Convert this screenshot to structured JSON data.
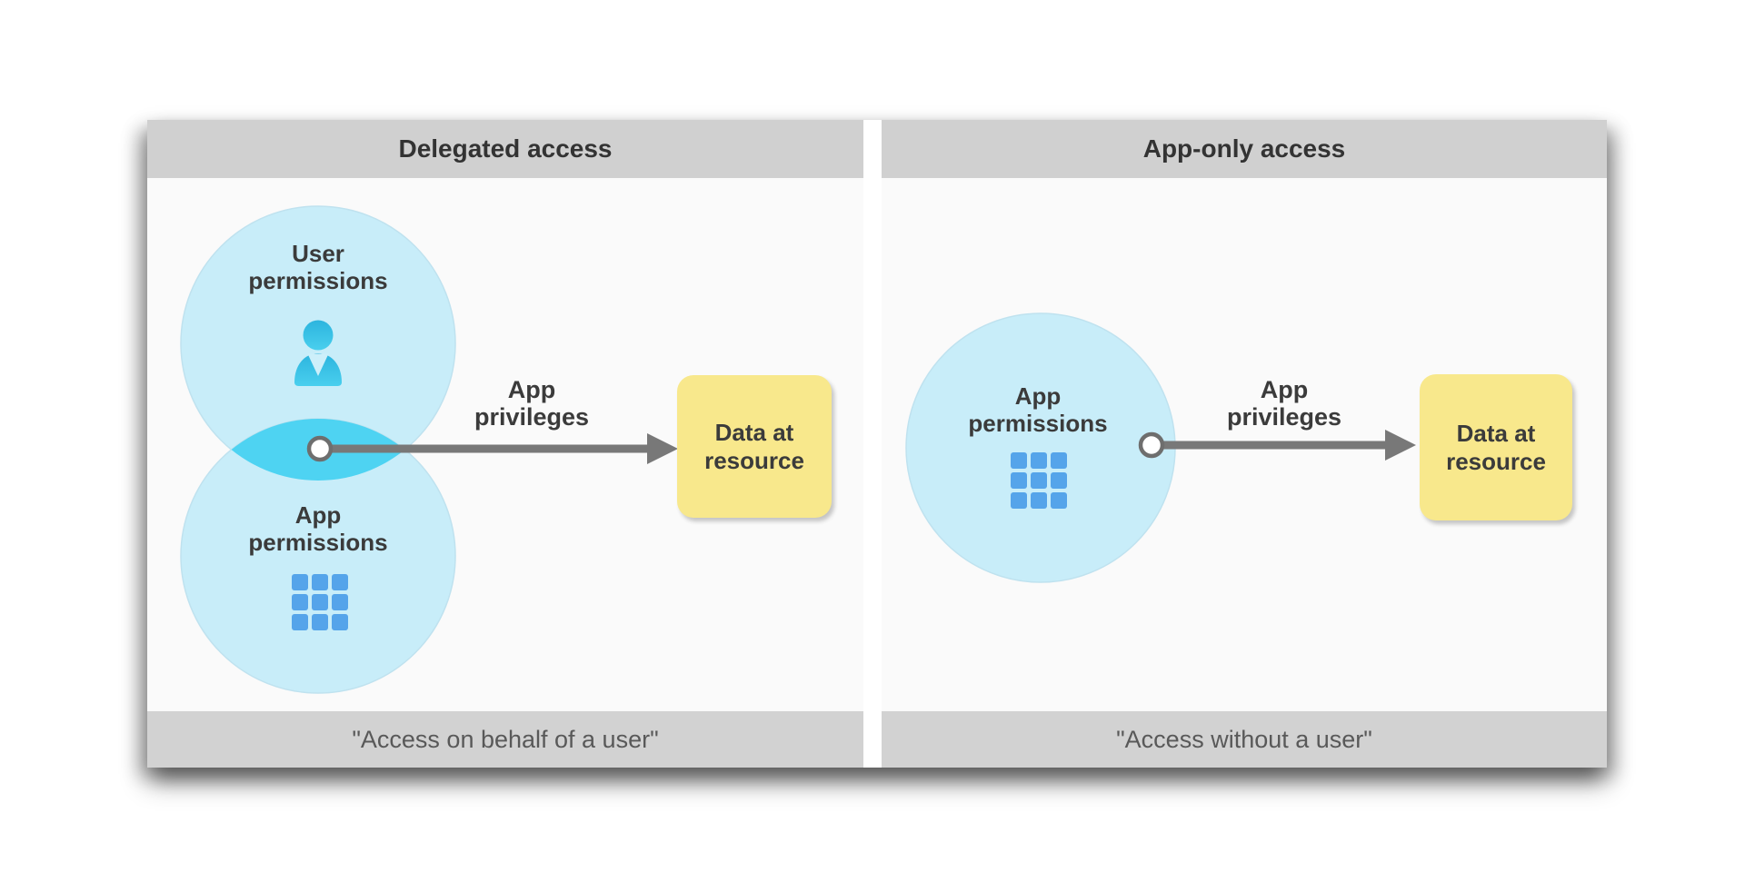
{
  "panels": [
    {
      "title": "Delegated access",
      "caption": "\"Access on behalf of a user\"",
      "user_circle_label": "User\npermissions",
      "app_circle_label": "App\npermissions",
      "arrow_label": "App\nprivileges",
      "resource_label": "Data at\nresource"
    },
    {
      "title": "App-only access",
      "caption": "\"Access without a user\"",
      "app_circle_label": "App\npermissions",
      "arrow_label": "App\nprivileges",
      "resource_label": "Data at\nresource"
    }
  ],
  "icons": {
    "person": "person-icon",
    "grid": "app-grid-icon",
    "connector": "connector-dot",
    "arrow": "arrow-right"
  },
  "colors": {
    "header_band": "#d0d0d0",
    "footer_band": "#d2d2d2",
    "panel_background": "#fafafa",
    "circle_fill": "#c8edf9",
    "circle_rim": "#b5dbe8",
    "overlap_fill": "#4ed3f2",
    "person_icon_gradient": [
      "#2cb4de",
      "#49cfee"
    ],
    "grid_icon_gradient": [
      "#55a4ea",
      "#1e68cd"
    ],
    "arrow_gray": "#787878",
    "resource_box_yellow": "#f8e88c",
    "title_text": "#333333",
    "label_text": "#3b3b3b",
    "caption_text": "#595959"
  }
}
